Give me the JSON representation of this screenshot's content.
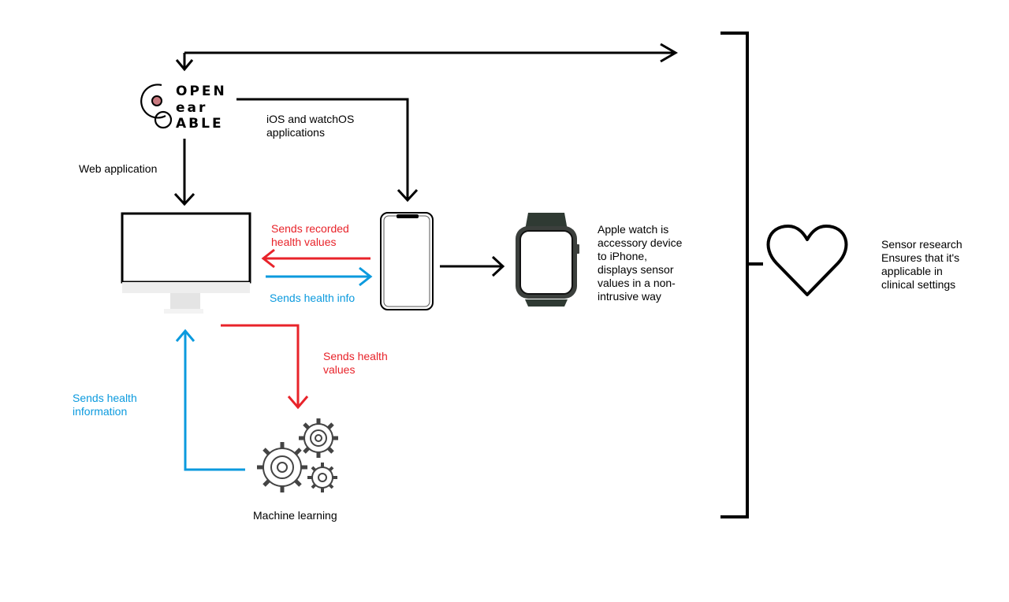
{
  "logo": {
    "line1": "OPEN",
    "line2": "ear",
    "line3": "ABLE"
  },
  "labels": {
    "web_application": "Web application",
    "ios_watchos": [
      "iOS and watchOS",
      "applications"
    ],
    "sends_recorded": [
      "Sends recorded",
      "health values"
    ],
    "sends_health_info": "Sends health info",
    "sends_health_values": [
      "Sends health",
      "values"
    ],
    "sends_health_information": [
      "Sends health",
      "information"
    ],
    "machine_learning": "Machine learning",
    "apple_watch": [
      "Apple watch is",
      "accessory device",
      "to iPhone,",
      "displays sensor",
      "values in a non-",
      "intrusive way"
    ],
    "sensor_research": [
      "Sensor research",
      "Ensures that it's",
      "applicable in",
      "clinical settings"
    ]
  },
  "icons": {
    "logo": "openearable-logo",
    "computer": "desktop-monitor-icon",
    "phone": "iphone-icon",
    "watch": "apple-watch-icon",
    "gears": "gears-icon",
    "heart": "heart-icon"
  },
  "colors": {
    "red": "#e8232a",
    "blue": "#0b9ade",
    "black": "#000000",
    "logo_dot": "#c97a80"
  }
}
